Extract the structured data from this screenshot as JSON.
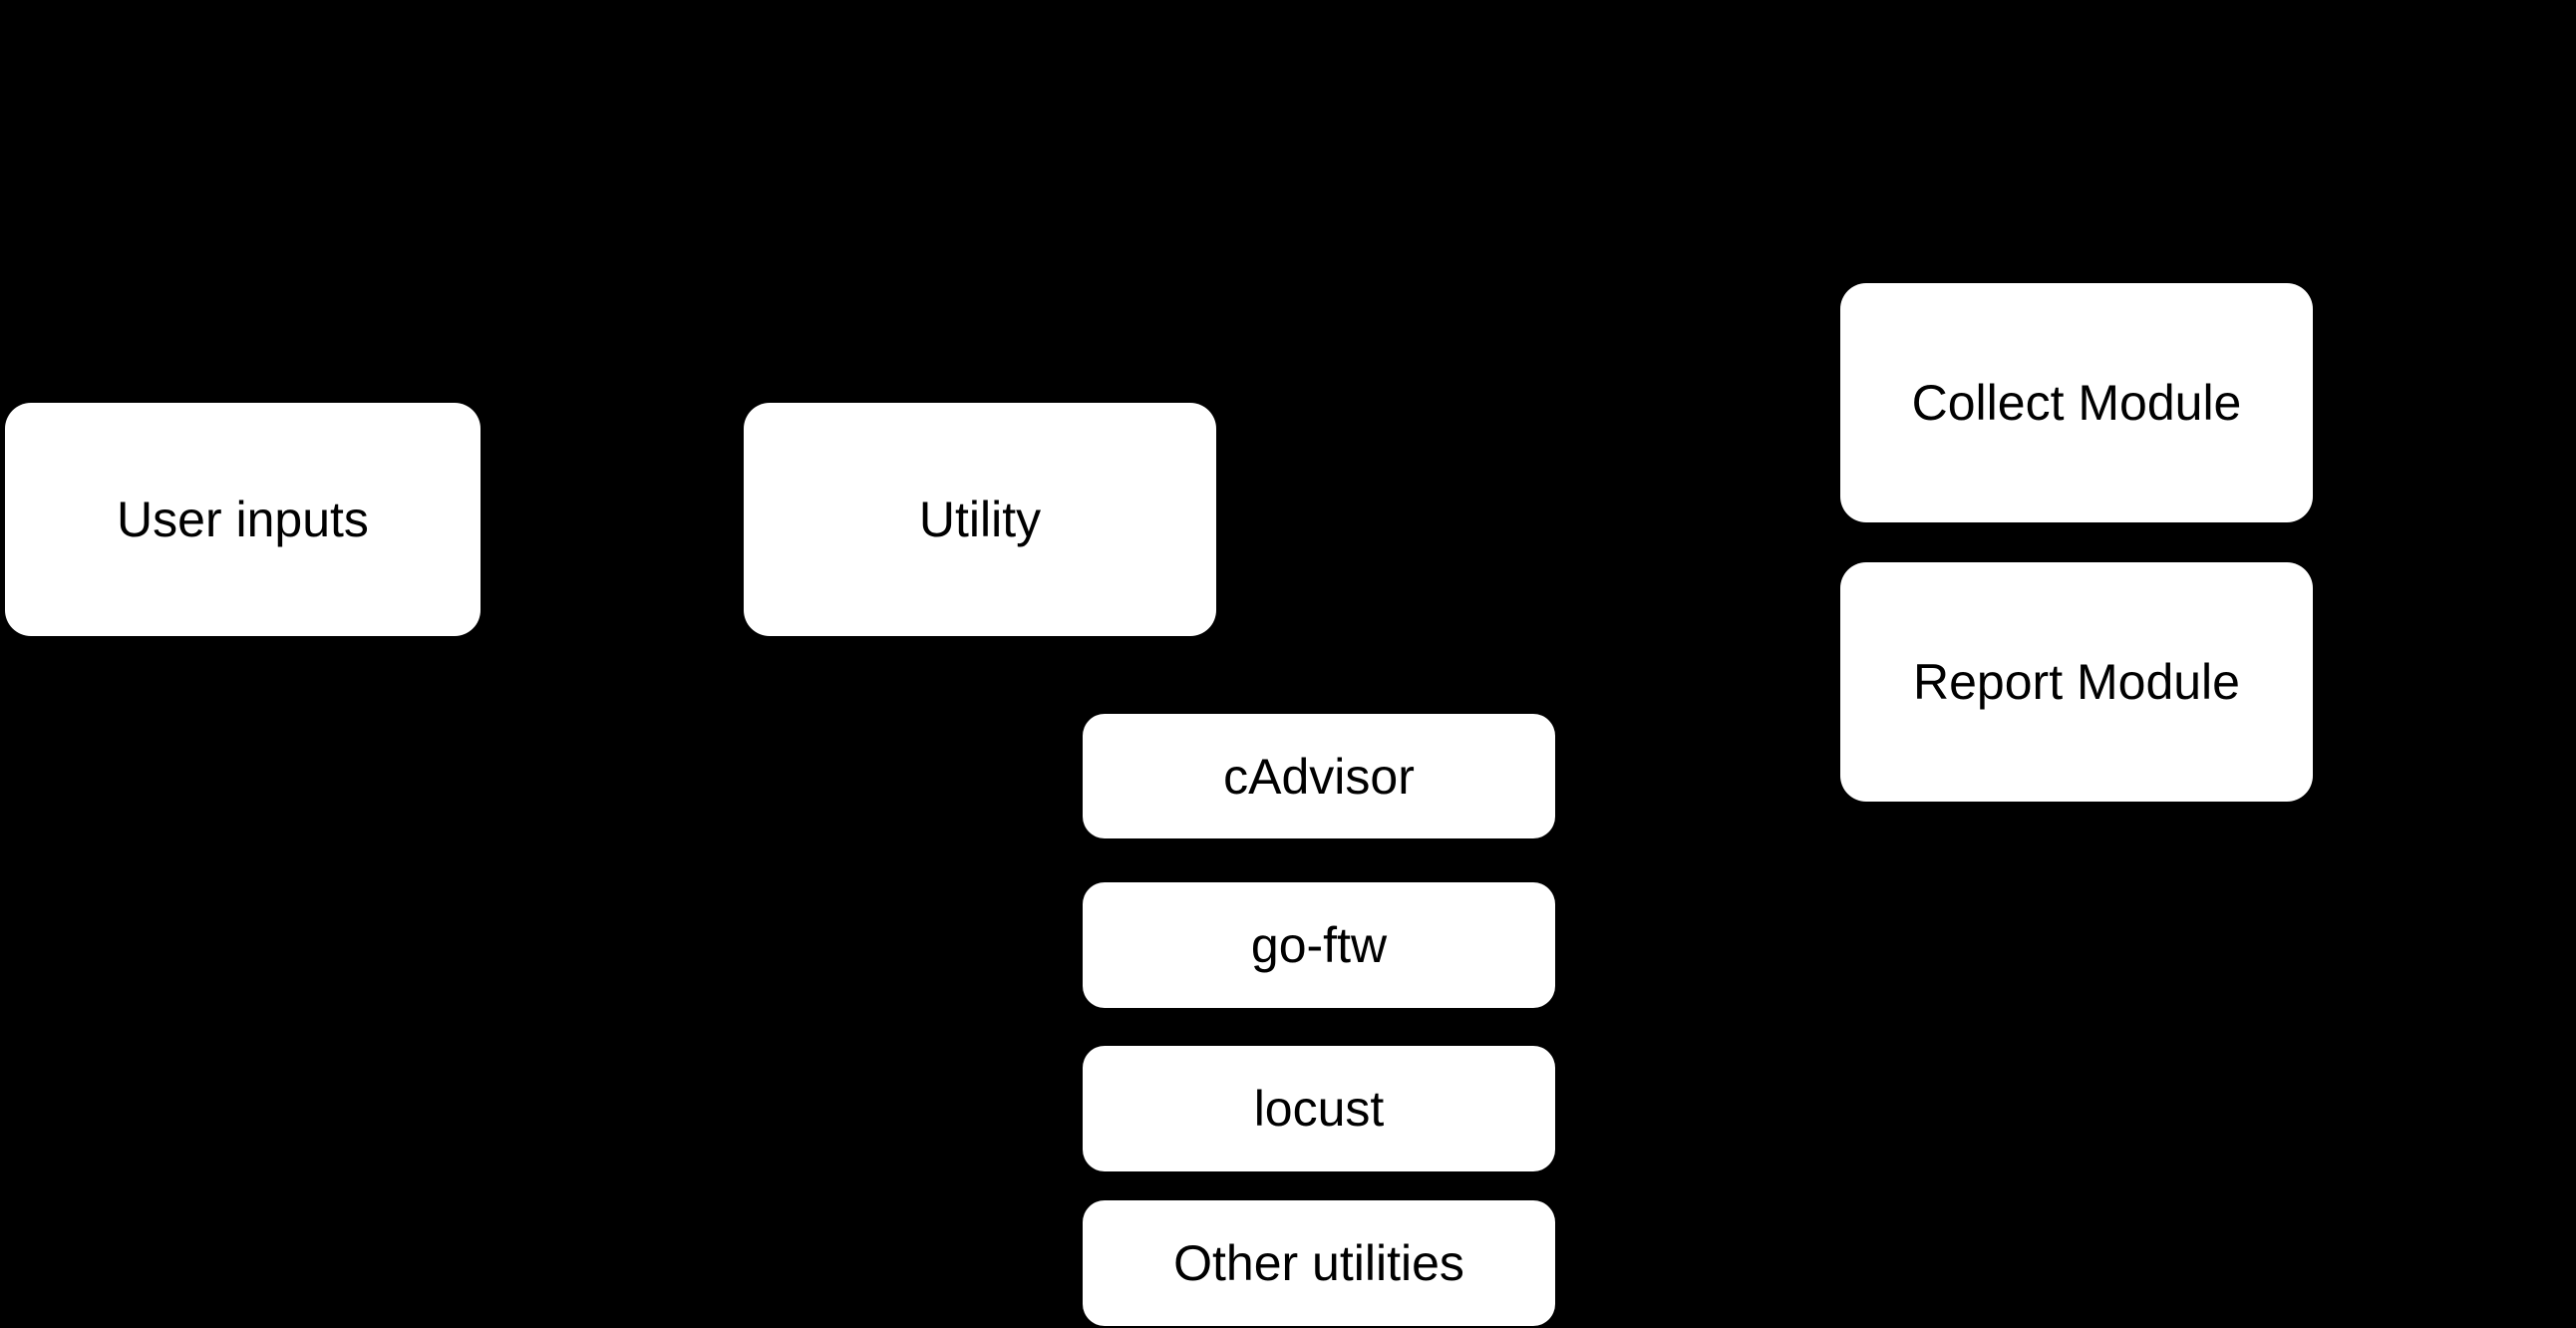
{
  "canvas": {
    "background_color": "#000000",
    "node_fill_color": "#ffffff",
    "node_text_color": "#000000"
  },
  "diagram": {
    "nodes": {
      "user_inputs": {
        "label": "User inputs"
      },
      "utility": {
        "label": "Utility"
      },
      "cadvisor": {
        "label": "cAdvisor"
      },
      "go_ftw": {
        "label": "go-ftw"
      },
      "locust": {
        "label": "locust"
      },
      "other_utilities": {
        "label": "Other utilities"
      },
      "collect_module": {
        "label": "Collect Module"
      },
      "report_module": {
        "label": "Report Module"
      }
    }
  }
}
